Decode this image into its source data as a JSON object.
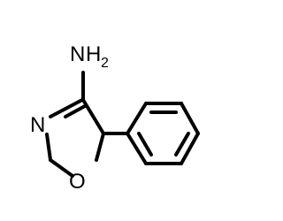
{
  "molecule": {
    "atoms": {
      "amine": {
        "element": "N",
        "hydrogen": "H",
        "hydrogen_count": "2"
      },
      "ring_nitrogen": {
        "element": "N"
      },
      "ring_oxygen": {
        "element": "O"
      }
    }
  }
}
